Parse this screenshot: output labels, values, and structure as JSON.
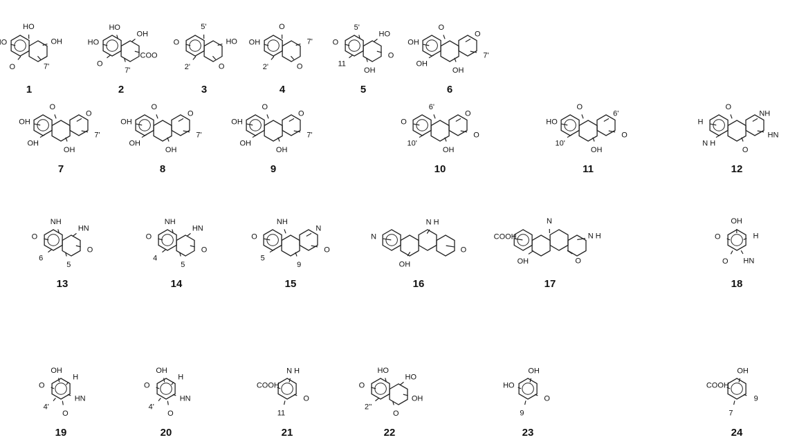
{
  "figure": {
    "compounds": [
      {
        "id": "1",
        "rings": 2,
        "labels": [
          "HO",
          "HO",
          "OH",
          "7'",
          "O"
        ]
      },
      {
        "id": "2",
        "rings": 2,
        "labels": [
          "HO",
          "HO",
          "OH",
          "COO",
          "7'",
          "O"
        ]
      },
      {
        "id": "3",
        "rings": 2,
        "labels": [
          "O",
          "5'",
          "HO",
          "O",
          "2'"
        ]
      },
      {
        "id": "4",
        "rings": 2,
        "labels": [
          "OH",
          "O",
          "7'",
          "O",
          "2'"
        ]
      },
      {
        "id": "5",
        "rings": 2,
        "labels": [
          "O",
          "5'",
          "HO",
          "O",
          "OH",
          "11"
        ]
      },
      {
        "id": "6",
        "rings": 3,
        "labels": [
          "OH",
          "O",
          "O",
          "7'",
          "OH",
          "OH"
        ]
      },
      {
        "id": "7",
        "rings": 3,
        "labels": [
          "OH",
          "O",
          "O",
          "7'",
          "OH",
          "OH"
        ]
      },
      {
        "id": "8",
        "rings": 3,
        "labels": [
          "OH",
          "O",
          "O",
          "7'",
          "OH",
          "OH"
        ]
      },
      {
        "id": "9",
        "rings": 3,
        "labels": [
          "OH",
          "O",
          "O",
          "7'",
          "OH",
          "OH"
        ]
      },
      {
        "id": "10",
        "rings": 3,
        "labels": [
          "O",
          "6'",
          "O",
          "O",
          "OH",
          "10'"
        ]
      },
      {
        "id": "11",
        "rings": 3,
        "labels": [
          "HO",
          "O",
          "6'",
          "O",
          "OH",
          "10'"
        ]
      },
      {
        "id": "12",
        "rings": 3,
        "labels": [
          "H",
          "O",
          "NH",
          "HN",
          "O",
          "N H"
        ]
      },
      {
        "id": "13",
        "rings": 2,
        "labels": [
          "O",
          "NH",
          "HN",
          "O",
          "5",
          "6"
        ]
      },
      {
        "id": "14",
        "rings": 2,
        "labels": [
          "O",
          "NH",
          "HN",
          "O",
          "5",
          "4"
        ]
      },
      {
        "id": "15",
        "rings": 3,
        "labels": [
          "O",
          "NH",
          "N",
          "O",
          "9",
          "5"
        ]
      },
      {
        "id": "16",
        "rings": 4,
        "labels": [
          "N",
          "N H",
          "O",
          "OH"
        ]
      },
      {
        "id": "17",
        "rings": 4,
        "labels": [
          "COOH",
          "N",
          "N H",
          "O",
          "OH"
        ]
      },
      {
        "id": "18",
        "rings": 1,
        "labels": [
          "O",
          "OH",
          "H",
          "HN",
          "O"
        ]
      },
      {
        "id": "19",
        "rings": 1,
        "labels": [
          "O",
          "OH",
          "H",
          "HN",
          "O",
          "4'"
        ]
      },
      {
        "id": "20",
        "rings": 1,
        "labels": [
          "O",
          "OH",
          "H",
          "HN",
          "O",
          "4'"
        ]
      },
      {
        "id": "21",
        "rings": 1,
        "labels": [
          "COOH",
          "N H",
          "O",
          "11"
        ]
      },
      {
        "id": "22",
        "rings": 2,
        "labels": [
          "O",
          "HO",
          "HO",
          "OH",
          "O",
          "2''"
        ]
      },
      {
        "id": "23",
        "rings": 1,
        "labels": [
          "HO",
          "OH",
          "O",
          "9"
        ]
      },
      {
        "id": "24",
        "rings": 1,
        "labels": [
          "COOH",
          "OH",
          "9",
          "7"
        ]
      }
    ]
  }
}
